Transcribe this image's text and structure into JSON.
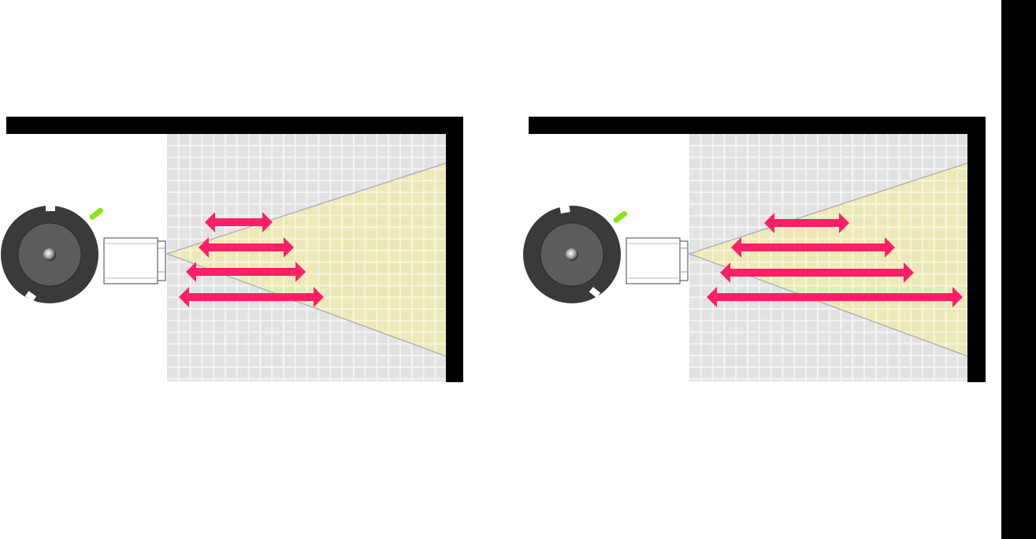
{
  "colors": {
    "background": "#ffffff",
    "wall": "#000000",
    "grid_fill": "#e2e2e2",
    "grid_line": "#f4f4f4",
    "beam_fill": "#ece9b8",
    "beam_grid_line": "#f7f5d8",
    "beam_edge": "#b4b4b4",
    "arrow": "#ff1f66",
    "device_outer": "#3a3a3a",
    "device_inner": "#5c5c5c",
    "indicator": "#88e51b",
    "lens_fill": "#ffffff",
    "lens_stroke": "#444444"
  },
  "icons": {
    "sensor": "rotary-sensor-icon",
    "lens": "lens-barrel-icon",
    "indicator": "status-led-icon",
    "measure": "double-arrow-icon"
  },
  "panels": [
    {
      "name": "panel-narrow-range",
      "arrow_count": 4
    },
    {
      "name": "panel-wide-range",
      "arrow_count": 4
    }
  ]
}
